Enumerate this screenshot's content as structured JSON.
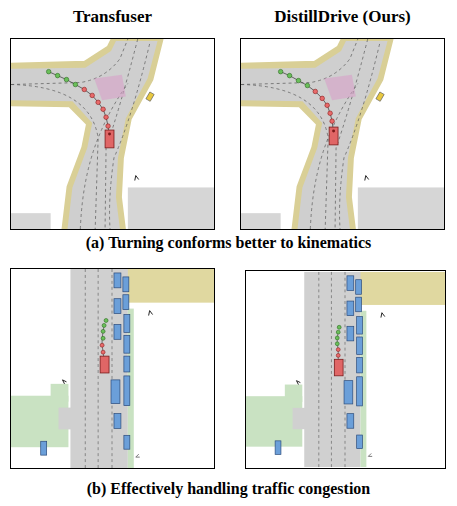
{
  "diagram": {
    "labels": [
      "Transfuser",
      "DistillDrive (Ours)",
      "(a) Turning conforms better to kinematics",
      "(b) Effectively handling traffic congestion"
    ]
  }
}
